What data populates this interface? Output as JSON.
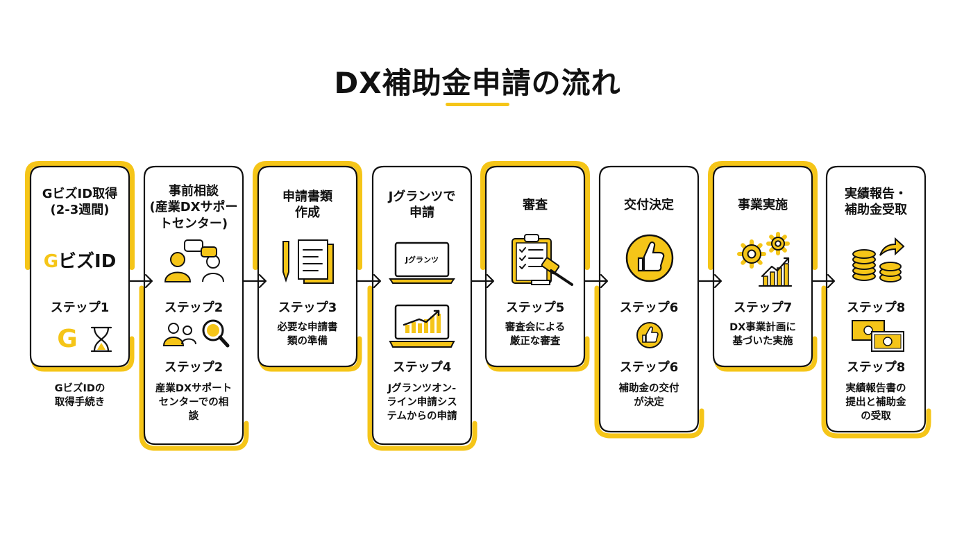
{
  "title": "DX補助金申請の流れ",
  "colors": {
    "accent": "#F5C518",
    "border": "#111111",
    "background": "#ffffff"
  },
  "steps": [
    {
      "heading": "GビズID取得\n(2-3週間)",
      "logo": "GビズID",
      "step_label": "ステップ1",
      "caption": "GビズIDの\n取得手続き",
      "icons": [
        "g-letter-icon",
        "hourglass-icon"
      ]
    },
    {
      "heading": "事前相談\n(産業DXサポー\nトセンター)",
      "step_label_a": "ステップ2",
      "step_label_b": "ステップ2",
      "description": "産業DXサポート\nセンターでの相\n談",
      "icons": [
        "consultation-people-icon",
        "people-search-icon"
      ]
    },
    {
      "heading": "申請書類\n作成",
      "step_label": "ステップ3",
      "description": "必要な申請書\n類の準備",
      "icons": [
        "pen-document-icon"
      ]
    },
    {
      "heading": "Jグランツで\n申請",
      "laptop_text": "Jグランツ",
      "step_label": "ステップ4",
      "description": "Jグランツオン-\nライン申請シス\nテムからの申請",
      "icons": [
        "laptop-icon",
        "laptop-chart-icon"
      ]
    },
    {
      "heading": "審査",
      "step_label": "ステップ5",
      "description": "審査会による\n厳正な審査",
      "icons": [
        "clipboard-gavel-icon"
      ]
    },
    {
      "heading": "交付決定",
      "step_label_a": "ステップ6",
      "step_label_b": "ステップ6",
      "description": "補助金の交付\nが決定",
      "icons": [
        "thumbs-up-icon",
        "small-thumbs-up-icon"
      ]
    },
    {
      "heading": "事業実施",
      "step_label": "ステップ7",
      "description": "DX事業計画に\n基づいた実施",
      "icons": [
        "gears-chart-icon"
      ]
    },
    {
      "heading": "実績報告・\n補助金受取",
      "step_label_a": "ステップ8",
      "step_label_b": "ステップ8",
      "description": "実績報告書の\n提出と補助金\nの受取",
      "icons": [
        "coins-arrow-icon",
        "banknotes-icon"
      ]
    }
  ]
}
